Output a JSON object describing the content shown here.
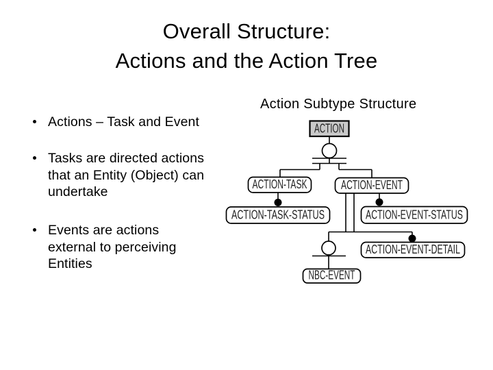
{
  "title": {
    "line1": "Overall Structure:",
    "line2": "Actions and the Action Tree"
  },
  "bullets": [
    {
      "text": "Actions – Task and Event"
    },
    {
      "text": "Tasks are directed actions\nthat an Entity (Object) can\nundertake"
    },
    {
      "text": "Events are actions\nexternal to perceiving\nEntities"
    }
  ],
  "diagram": {
    "heading": "Action Subtype Structure",
    "nodes": {
      "root": "ACTION",
      "task": "ACTION-TASK",
      "event": "ACTION-EVENT",
      "task_status": "ACTION-TASK-STATUS",
      "event_status": "ACTION-EVENT-STATUS",
      "event_detail": "ACTION-EVENT-DETAIL",
      "nbc_event": "NBC-EVENT"
    },
    "colors": {
      "root_fill": "#c9c9c9",
      "node_fill": "#ffffff",
      "stroke": "#000000",
      "label": "#222222",
      "background": "#ffffff"
    }
  }
}
